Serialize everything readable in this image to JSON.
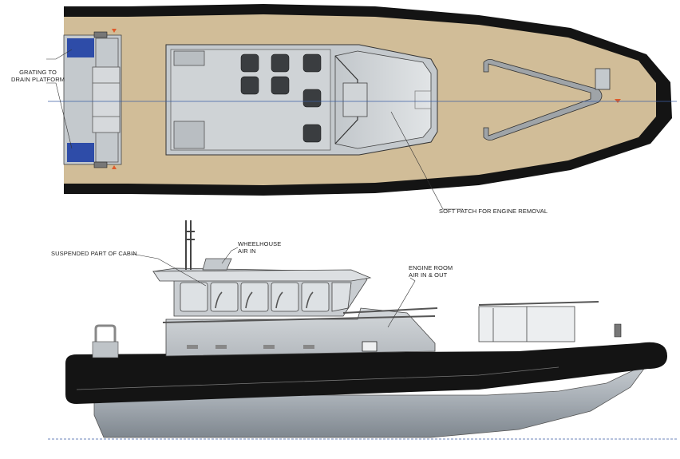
{
  "labels": {
    "grating": {
      "line1": "GRATING TO",
      "line2": "DRAIN PLATFORM"
    },
    "soft_patch": "SOFT PATCH FOR ENGINE REMOVAL",
    "suspended_cabin": "SUSPENDED PART OF CABIN",
    "wheelhouse_air": {
      "line1": "WHEELHOUSE",
      "line2": "AIR IN"
    },
    "engine_room_air": {
      "line1": "ENGINE ROOM",
      "line2": "AIR IN & OUT"
    }
  },
  "colors": {
    "deck": "#d1bd98",
    "fender": "#141414",
    "hull": "#9aa1a8",
    "superstructure": "#c4c9cd",
    "window": "#dde1e4",
    "grating": "#2e4ca8",
    "hardware_accent": "#e05a2a"
  }
}
